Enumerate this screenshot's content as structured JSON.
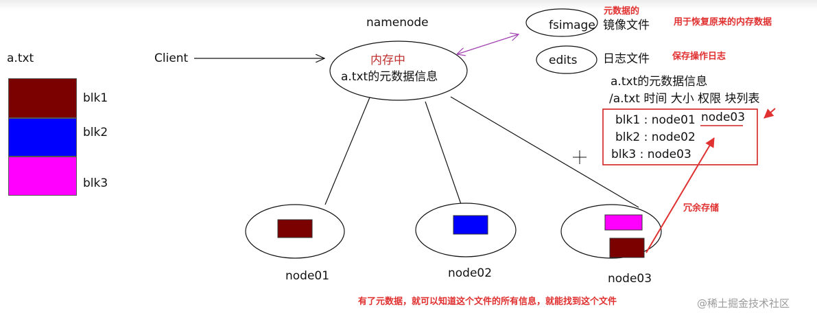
{
  "colors": {
    "blk1": "#7b0000",
    "blk2": "#0000ff",
    "blk3": "#ff00ff",
    "annotation_red": "#e03030",
    "arrow_purple": "#a040b0"
  },
  "file": {
    "name": "a.txt",
    "blocks": [
      "blk1",
      "blk2",
      "blk3"
    ]
  },
  "client": {
    "label": "Client"
  },
  "namenode": {
    "label": "namenode",
    "memory_label": "内存中",
    "metadata_label": "a.txt的元数据信息"
  },
  "fsimage": {
    "label": "fsimage",
    "desc": "镜像文件",
    "note": "元数据的",
    "note2": "用于恢复原来的内存数据"
  },
  "edits": {
    "label": "edits",
    "desc": "日志文件",
    "note": "保存操作日志"
  },
  "metadata": {
    "title": "a.txt的元数据信息",
    "header": "/a.txt  时间   大小  权限   块列表",
    "rows": [
      "blk1 : node01",
      "blk2 : node02",
      "blk3 : node03"
    ],
    "extra": "node03"
  },
  "datanodes": [
    {
      "label": "node01"
    },
    {
      "label": "node02"
    },
    {
      "label": "node03"
    }
  ],
  "annotations": {
    "redundant": "冗余存储",
    "bottom": "有了元数据，就可以知道这个文件的所有信息，就能找到这个文件"
  },
  "watermark": "@稀土掘金技术社区"
}
